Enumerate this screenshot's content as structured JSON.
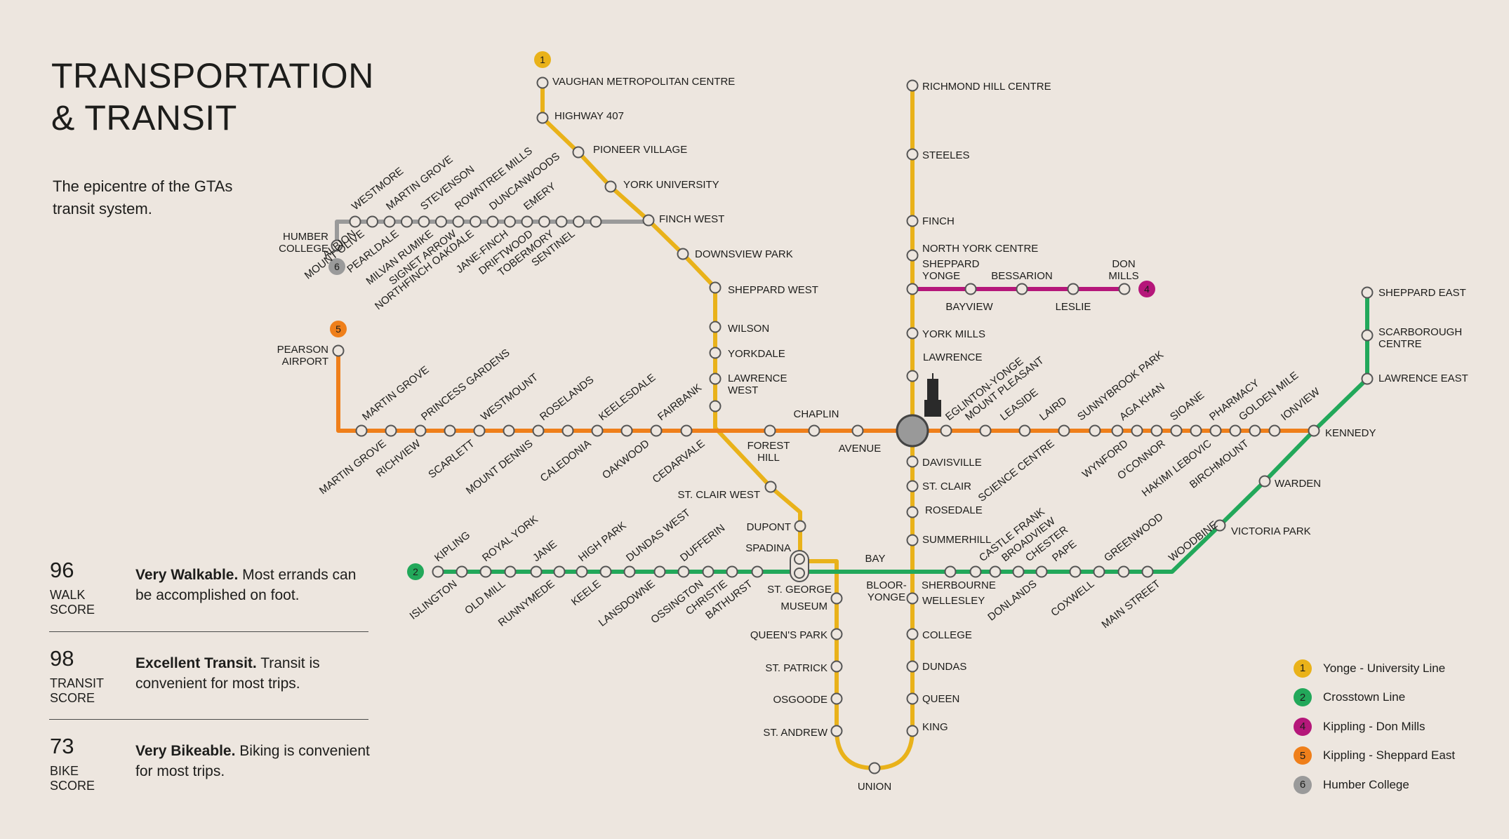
{
  "header": {
    "title_line1": "TRANSPORTATION",
    "title_line2": "& TRANSIT",
    "subtitle": "The epicentre of the GTAs transit system."
  },
  "scores": [
    {
      "value": "96",
      "label_line1": "WALK",
      "label_line2": "SCORE",
      "desc_bold": "Very Walkable.",
      "desc_text": " Most errands can be accomplished on foot."
    },
    {
      "value": "98",
      "label_line1": "TRANSIT",
      "label_line2": "SCORE",
      "desc_bold": "Excellent Transit.",
      "desc_text": " Transit is convenient for most trips."
    },
    {
      "value": "73",
      "label_line1": "BIKE",
      "label_line2": "SCORE",
      "desc_bold": "Very Bikeable.",
      "desc_text": " Biking is convenient for most trips."
    }
  ],
  "colors": {
    "yonge_university": "#e9b21a",
    "crosstown": "#22a85a",
    "don_mills": "#b5177a",
    "sheppard_east": "#ef7f1a",
    "humber_college": "#9a9a9a",
    "background": "#ede6df"
  },
  "line_badges": {
    "line1": "1",
    "line2": "2",
    "line4": "4",
    "line5": "5",
    "line6": "6"
  },
  "legend": [
    {
      "num": "1",
      "label": "Yonge - University Line",
      "color": "#e9b21a"
    },
    {
      "num": "2",
      "label": "Crosstown Line",
      "color": "#22a85a"
    },
    {
      "num": "4",
      "label": "Kippling - Don Mills",
      "color": "#b5177a"
    },
    {
      "num": "5",
      "label": "Kippling - Sheppard East",
      "color": "#ef7f1a"
    },
    {
      "num": "6",
      "label": "Humber College",
      "color": "#9a9a9a"
    }
  ],
  "stations": {
    "vaughan": "VAUGHAN METROPOLITAN CENTRE",
    "hwy407": "HIGHWAY 407",
    "pioneer": "PIONEER VILLAGE",
    "yorku": "YORK UNIVERSITY",
    "finchw": "FINCH WEST",
    "downsview": "DOWNSVIEW PARK",
    "sheppardw": "SHEPPARD WEST",
    "wilson": "WILSON",
    "yorkdale": "YORKDALE",
    "lawrencew_1": "LAWRENCE",
    "lawrencew_2": "WEST",
    "foresthill_1": "FOREST",
    "foresthill_2": "HILL",
    "chaplin": "CHAPLIN",
    "avenue": "AVENUE",
    "stclairw": "ST. CLAIR WEST",
    "dupont": "DUPONT",
    "spadina": "SPADINA",
    "stgeorge": "ST. GEORGE",
    "museum": "MUSEUM",
    "queenspark": "QUEEN'S PARK",
    "stpatrick": "ST. PATRICK",
    "osgoode": "OSGOODE",
    "standrew": "ST. ANDREW",
    "union": "UNION",
    "king": "KING",
    "queen": "QUEEN",
    "dundas": "DUNDAS",
    "college": "COLLEGE",
    "wellesley": "WELLESLEY",
    "bloor_1": "BLOOR-",
    "bloor_2": "YONGE",
    "bay": "BAY",
    "sherbourne": "SHERBOURNE",
    "summerhill": "SUMMERHILL",
    "rosedale": "ROSEDALE",
    "stclair": "ST. CLAIR",
    "davisville": "DAVISVILLE",
    "lawrence": "LAWRENCE",
    "yorkmills": "YORK MILLS",
    "sheppardyonge_1": "SHEPPARD",
    "sheppardyonge_2": "YONGE",
    "nyc": "NORTH YORK CENTRE",
    "finch": "FINCH",
    "steeles": "STEELES",
    "richmondhill": "RICHMOND HILL CENTRE",
    "bayview": "BAYVIEW",
    "bessarion": "BESSARION",
    "leslie": "LESLIE",
    "donmills_1": "DON",
    "donmills_2": "MILLS",
    "pearson_1": "PEARSON",
    "pearson_2": "AIRPORT",
    "humber_1": "HUMBER",
    "humber_2": "COLLEGE",
    "sheppardeast": "SHEPPARD EAST",
    "scarborough_1": "SCARBOROUGH",
    "scarborough_2": "CENTRE",
    "lawrenceeast": "LAWRENCE EAST",
    "kennedy": "KENNEDY",
    "warden": "WARDEN",
    "victoriapark": "VICTORIA PARK"
  },
  "diag_labels": {
    "humber_above": [
      "WESTMORE",
      "MARTIN GROVE",
      "STEVENSON",
      "ROWNTREE MILLS",
      "DUNCANWOODS",
      "EMERY"
    ],
    "humber_below": [
      "ALBION",
      "MOUNT OLIVE",
      "PEARLDALE",
      "MILVAN RUMIKE",
      "SIGNET ARROW",
      "NORTHFINCH OAKDALE",
      "JANE-FINCH",
      "DRIFTWOOD",
      "TOBERMORY",
      "SENTINEL"
    ],
    "east_west_above": [
      "MARTIN GROVE",
      "PRINCESS GARDENS",
      "WESTMOUNT",
      "ROSELANDS",
      "KEELESDALE",
      "FAIRBANK",
      "EGLINTON-YONGE",
      "MOUNT PLEASANT",
      "LEASIDE",
      "LAIRD",
      "SUNNYBROOK PARK",
      "AGA KHAN",
      "SIOANE",
      "PHARMACY",
      "GOLDEN MILE",
      "IONVIEW"
    ],
    "east_west_below": [
      "MARTIN GROVE",
      "RICHVIEW",
      "SCARLETT",
      "MOUNT DENNIS",
      "CALEDONIA",
      "OAKWOOD",
      "CEDARVALE",
      "SCIENCE CENTRE",
      "WYNFORD",
      "O'CONNOR",
      "HAKIMI LEBOVIC",
      "BIRCHMOUNT"
    ],
    "crosstown_above": [
      "KIPLING",
      "ROYAL YORK",
      "JANE",
      "HIGH PARK",
      "DUNDAS WEST",
      "DUFFERIN",
      "CASTLE FRANK",
      "BROADVIEW",
      "CHESTER",
      "PAPE",
      "GREENWOOD",
      "WOODBINE"
    ],
    "crosstown_below": [
      "ISLINGTON",
      "OLD MILL",
      "RUNNYMEDE",
      "KEELE",
      "LANSDOWNE",
      "OSSINGTON",
      "CHRISTIE",
      "BATHURST",
      "DONLANDS",
      "COXWELL",
      "MAIN STREET"
    ]
  }
}
